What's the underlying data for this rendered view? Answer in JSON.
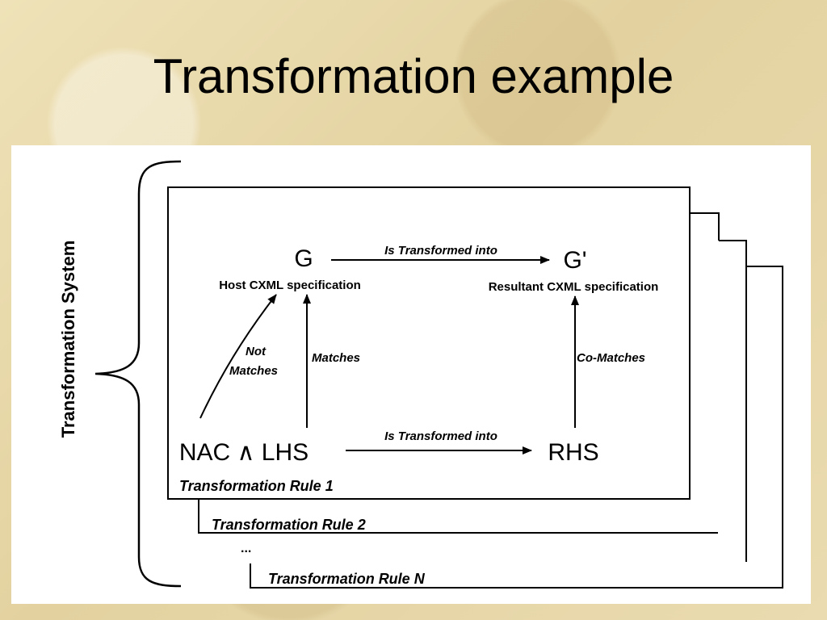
{
  "slide": {
    "title": "Transformation example"
  },
  "diagram": {
    "system_label": "Transformation System",
    "nodes": {
      "g": "G",
      "g_prime": "G'",
      "host_spec": "Host CXML specification",
      "resultant_spec": "Resultant CXML specification",
      "lhs": "NAC ∧ LHS",
      "rhs": "RHS"
    },
    "edges": {
      "top_transform": "Is Transformed into",
      "bottom_transform": "Is Transformed into",
      "not_matches_1": "Not",
      "not_matches_2": "Matches",
      "matches": "Matches",
      "co_matches": "Co-Matches"
    },
    "rules": {
      "rule1": "Transformation Rule 1",
      "rule2": "Transformation Rule 2",
      "ellipsis": "...",
      "ruleN": "Transformation Rule N"
    }
  }
}
